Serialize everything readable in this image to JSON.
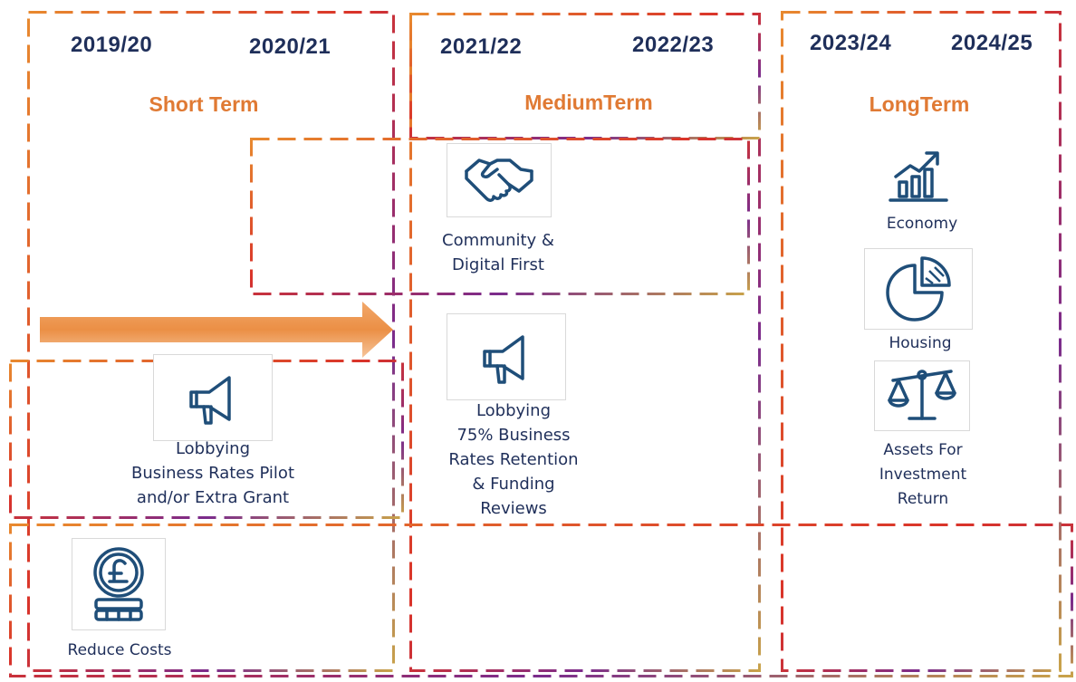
{
  "periods": {
    "short": {
      "title": "Short Term",
      "years": [
        "2019/20",
        "2020/21"
      ]
    },
    "medium": {
      "title": "MediumTerm",
      "years": [
        "2021/22",
        "2022/23"
      ]
    },
    "long": {
      "title": "LongTerm",
      "years": [
        "2023/24",
        "2024/25"
      ]
    }
  },
  "items": {
    "lobbying_short": "Lobbying\nBusiness Rates Pilot\nand/or Extra Grant",
    "reduce_costs": "Reduce Costs",
    "community": "Community &\nDigital First",
    "lobbying_medium": "Lobbying\n75% Business\nRates Retention\n& Funding\nReviews",
    "economy": "Economy",
    "housing": "Housing",
    "assets": "Assets For\nInvestment\nReturn"
  },
  "icons": {
    "megaphone": "megaphone-icon",
    "coins": "pound-coins-icon",
    "handshake": "handshake-icon",
    "growth": "growth-chart-icon",
    "pie": "pie-chart-icon",
    "scales": "scales-icon"
  },
  "colors": {
    "dash_orange": "#e8892f",
    "dash_red": "#d9332a",
    "dash_purple": "#7b2c8c",
    "dash_gold": "#c9a34a",
    "text_navy": "#1f2f5a",
    "term_orange": "#e07a34",
    "icon_blue": "#1f4e79"
  }
}
